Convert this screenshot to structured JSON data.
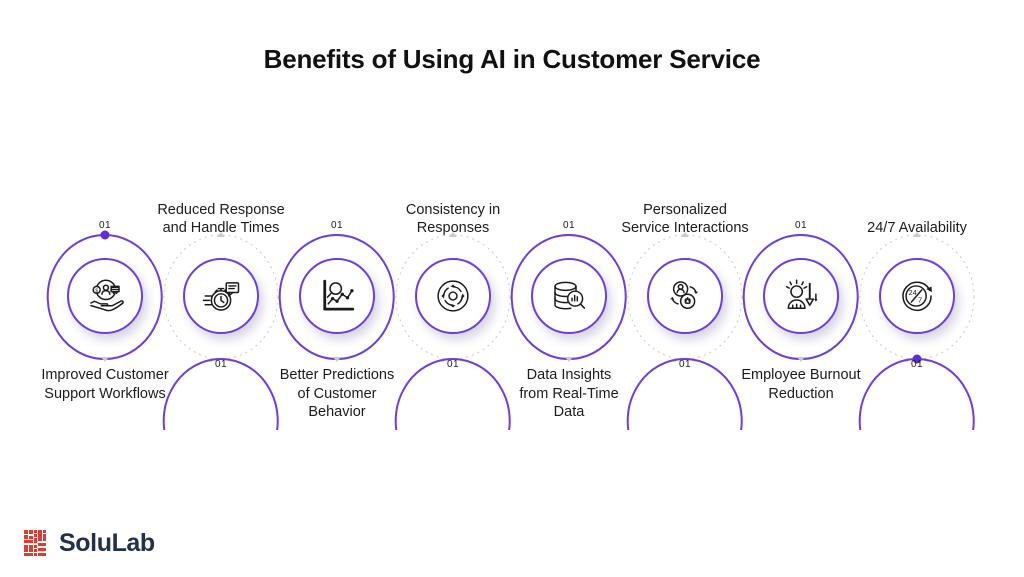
{
  "title": "Benefits of Using AI in Customer Service",
  "theme": {
    "accent_purple": "#6a3fe0",
    "dotted_grey": "#c9c9cf",
    "text_dark": "#1c1c1c",
    "logo_red": "#e03a32",
    "logo_navy": "#22304a",
    "background": "#ffffff"
  },
  "nodes": [
    {
      "step": "01",
      "caption": "Improved Customer\nSupport Workflows",
      "icon": "hand-holding-customer-icon",
      "caption_position": "below"
    },
    {
      "step": "01",
      "caption": "Reduced Response\nand Handle Times",
      "icon": "stopwatch-chat-icon",
      "caption_position": "above"
    },
    {
      "step": "01",
      "caption": "Better Predictions\nof Customer\nBehavior",
      "icon": "chart-magnifier-icon",
      "caption_position": "below"
    },
    {
      "step": "01",
      "caption": "Consistency in\nResponses",
      "icon": "circular-sync-arrows-icon",
      "caption_position": "above"
    },
    {
      "step": "01",
      "caption": "Data Insights\nfrom Real-Time\nData",
      "icon": "database-analytics-icon",
      "caption_position": "below"
    },
    {
      "step": "01",
      "caption": "Personalized\nService Interactions",
      "icon": "people-cycle-icon",
      "caption_position": "above"
    },
    {
      "step": "01",
      "caption": "Employee Burnout\nReduction",
      "icon": "stressed-person-down-arrow-icon",
      "caption_position": "below"
    },
    {
      "step": "01",
      "caption": "24/7 Availability",
      "icon": "twenty-four-seven-icon",
      "caption_position": "above"
    }
  ],
  "logo": {
    "name": "SoluLab",
    "mark": "solulab-pixel-mark-icon"
  }
}
